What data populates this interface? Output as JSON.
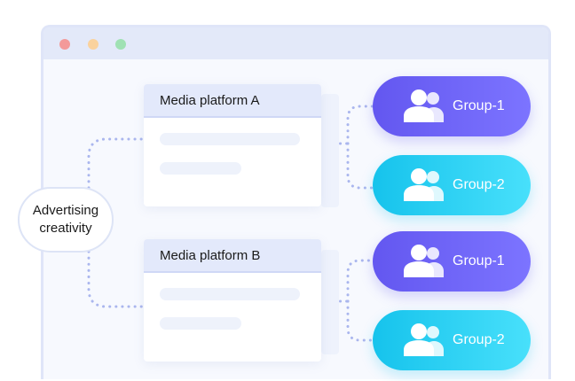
{
  "browser": {
    "window_dots": [
      "red",
      "yellow",
      "green"
    ]
  },
  "source": {
    "label_line1": "Advertising",
    "label_line2": "creativity"
  },
  "platforms": [
    {
      "title": "Media platform A"
    },
    {
      "title": "Media platform B"
    }
  ],
  "groups": [
    {
      "label": "Group-1",
      "color": "#6357f0",
      "icon": "users-icon"
    },
    {
      "label": "Group-2",
      "color": "#16c3ec",
      "icon": "users-icon"
    },
    {
      "label": "Group-1",
      "color": "#6357f0",
      "icon": "users-icon"
    },
    {
      "label": "Group-2",
      "color": "#16c3ec",
      "icon": "users-icon"
    }
  ],
  "colors": {
    "connector": "#aab6ee",
    "header": "#e3e9fb",
    "purple": "#6357f0",
    "cyan": "#16c3ec"
  }
}
